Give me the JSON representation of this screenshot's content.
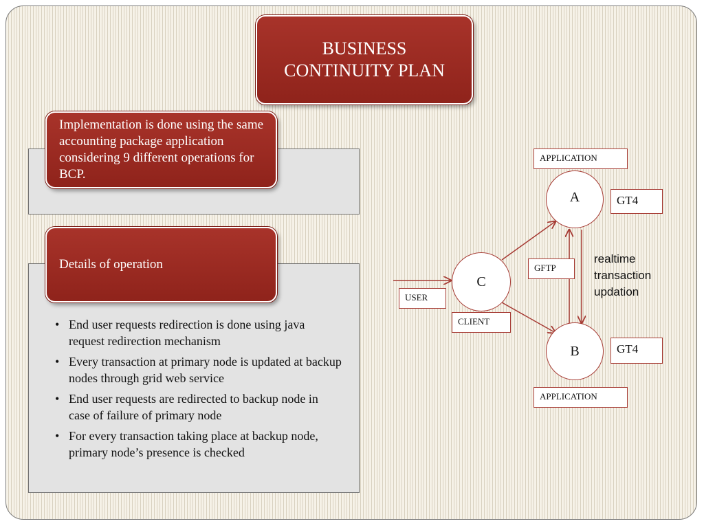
{
  "title": {
    "line1": "BUSINESS",
    "line2": "CONTINUITY PLAN"
  },
  "implementation_text": "Implementation is done using the same accounting package application considering 9 different operations for BCP.",
  "details_heading": "Details of operation",
  "bullets": [
    "End user requests redirection is done using java request redirection mechanism",
    "Every transaction at primary node is updated at backup nodes through grid web service",
    "End user requests are redirected to backup node in case of failure of primary node",
    "For every transaction taking place at backup node, primary node’s presence is checked"
  ],
  "diagram": {
    "application_top": "APPLICATION",
    "application_bottom": "APPLICATION",
    "node_a": "A",
    "node_b": "B",
    "node_c": "C",
    "gt4_top": "GT4",
    "gt4_bottom": "GT4",
    "gftp": "GFTP",
    "user": "USER",
    "client": "CLIENT",
    "realtime_note": [
      "realtime",
      "transaction",
      "updation"
    ]
  },
  "colors": {
    "accent_red": "#9a2a21",
    "line_red": "#a63a33"
  }
}
